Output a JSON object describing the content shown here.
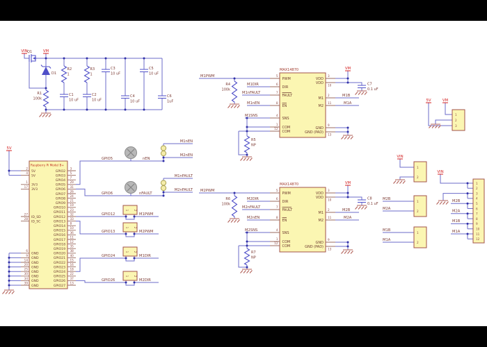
{
  "power": {
    "vin": "VIN",
    "vm": "VM",
    "v5": "5V",
    "q1": "Q1",
    "d1": "D1",
    "r1": "R1",
    "r1_val": "100k",
    "r2": "R2",
    "r2_val": "1",
    "r3": "R3",
    "r3_val": "1",
    "c1": "C1",
    "c1_val": "10 uF",
    "c2": "C2",
    "c2_val": "10 uF",
    "c3": "C3",
    "c3_val": "10 uF",
    "c4": "C4",
    "c4_val": "10 uF",
    "c5": "C5",
    "c5_val": "10 uF",
    "c6": "C6",
    "c6_val": "1uF"
  },
  "rpi": {
    "title": "Raspberry Pi Model B+",
    "left_nums": [
      "2",
      "4",
      "",
      "1",
      "17",
      "",
      "",
      "",
      "",
      "",
      "27",
      "28",
      "",
      "",
      "",
      "",
      "",
      "",
      "6",
      "9",
      "14",
      "20",
      "25",
      "30",
      "34",
      "39"
    ],
    "left_names": [
      "5V",
      "5V",
      "",
      "3V3",
      "3V3",
      "",
      "",
      "",
      "",
      "",
      "ID_SD",
      "ID_SC",
      "",
      "",
      "",
      "",
      "",
      "",
      "GND",
      "GND",
      "GND",
      "GND",
      "GND",
      "GND",
      "GND",
      "GND"
    ],
    "right_nums": [
      "3",
      "5",
      "7",
      "29",
      "31",
      "26",
      "24",
      "21",
      "19",
      "23",
      "32",
      "33",
      "8",
      "10",
      "36",
      "11",
      "12",
      "35",
      "38",
      "40",
      "15",
      "16",
      "18",
      "22",
      "37",
      "13"
    ],
    "right_names": [
      "GPIO2",
      "GPIO3",
      "GPIO4",
      "GPIO5",
      "GPIO6",
      "GPIO7",
      "GPIO8",
      "GPIO9",
      "GPIO10",
      "GPIO11",
      "GPIO12",
      "GPIO13",
      "GPIO14",
      "GPIO15",
      "GPIO16",
      "GPIO17",
      "GPIO18",
      "GPIO19",
      "GPIO20",
      "GPIO21",
      "GPIO22",
      "GPIO23",
      "GPIO24",
      "GPIO25",
      "GPIO26",
      "GPIO27"
    ]
  },
  "routing": {
    "gpio5": "GPIO5",
    "nen": "nEN",
    "m1nen": "M1nEN",
    "m2nen": "M2nEN",
    "gpio6": "GPIO6",
    "nfault": "nFAULT",
    "m1nfault": "M1nFAULT",
    "m2nfault": "M2nFAULT",
    "gpio12": "GPIO12",
    "m1pwm": "M1PWM",
    "gpio13": "GPIO13",
    "m2pwm": "M2PWM",
    "gpio24": "GPIO24",
    "m1dir": "M1DIR",
    "gpio26": "GPIO26",
    "m2dir": "M2DIR",
    "jumper_pin1": "1",
    "jumper_pin2": "2"
  },
  "driver1": {
    "title": "MAX14870",
    "pin_nums_left": [
      "5",
      "6",
      "7",
      "8",
      "4",
      "1",
      "12"
    ],
    "pin_names_left": [
      "PWM",
      "DIR",
      "FAULT",
      "EN",
      "SNS",
      "COM",
      "COM"
    ],
    "pin_nums_right": [
      "3",
      "10",
      "2",
      "11",
      "9",
      "13"
    ],
    "pin_names_right": [
      "VDD",
      "VDD",
      "M1",
      "M2",
      "GND",
      "GND (PAD)"
    ],
    "in_pwm": "M1PWM",
    "in_dir": "M1DIR",
    "in_fault": "M1nFAULT",
    "in_en": "M1nEN",
    "in_sns": "M1SNS",
    "out_a": "M1B",
    "out_b": "M1A",
    "r_pull": "R4",
    "r_pull_val": "100k",
    "r_sns": "R5",
    "r_sns_val": "NP",
    "cap": "C7",
    "cap_val": "0.1 uF"
  },
  "driver2": {
    "title": "MAX14870",
    "pin_nums_left": [
      "5",
      "6",
      "7",
      "8",
      "4",
      "1",
      "12"
    ],
    "pin_names_left": [
      "PWM",
      "DIR",
      "FAULT",
      "EN",
      "SNS",
      "COM",
      "COM"
    ],
    "pin_nums_right": [
      "3",
      "10",
      "2",
      "11",
      "9",
      "13"
    ],
    "pin_names_right": [
      "VDD",
      "VDD",
      "M1",
      "M2",
      "GND",
      "GND (PAD)"
    ],
    "in_pwm": "M2PWM",
    "in_dir": "M2DIR",
    "in_fault": "M2nFAULT",
    "in_en": "M2nEN",
    "in_sns": "M2SNS",
    "out_a": "M2B",
    "out_b": "M2A",
    "r_pull": "R6",
    "r_pull_val": "100k",
    "r_sns": "R7",
    "r_sns_val": "NP",
    "cap": "C8",
    "cap_val": "0.1 uF"
  },
  "connectors": {
    "j_power": {
      "v5": "5V",
      "vm": "VM",
      "pins": [
        "1",
        "2",
        "3"
      ]
    },
    "j_vin": {
      "vin": "VIN",
      "pins": [
        "1",
        "2"
      ]
    },
    "j_m2": {
      "a": "M2B",
      "b": "M2A",
      "pins": [
        "1",
        "2"
      ]
    },
    "j_m1": {
      "a": "M1B",
      "b": "M1A",
      "pins": [
        "1",
        "2"
      ]
    },
    "j_main": {
      "vin": "VIN",
      "nets": [
        "M2B",
        "M2A",
        "M1B",
        "M1A"
      ],
      "pins": [
        "1",
        "2",
        "3",
        "4",
        "5",
        "6",
        "7",
        "8",
        "9",
        "10",
        "11",
        "12"
      ]
    }
  }
}
